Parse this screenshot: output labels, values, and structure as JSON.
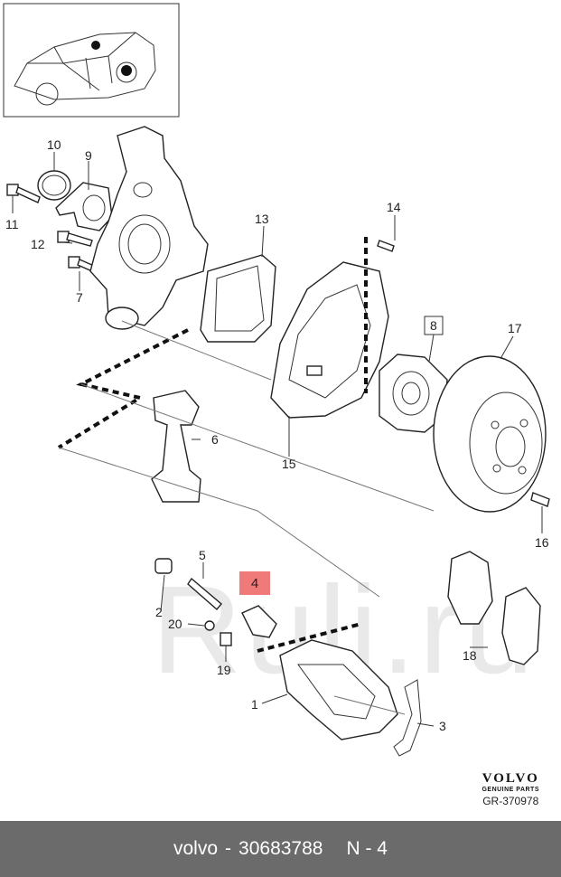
{
  "callouts": {
    "c1": "1",
    "c2": "2",
    "c3": "3",
    "c5": "5",
    "c6": "6",
    "c7": "7",
    "c8": "8",
    "c9": "9",
    "c10": "10",
    "c11": "11",
    "c12": "12",
    "c13": "13",
    "c14": "14",
    "c15": "15",
    "c16": "16",
    "c17": "17",
    "c18": "18",
    "c19": "19",
    "c20": "20"
  },
  "highlight": {
    "label": "4",
    "color": "#f07a7a"
  },
  "watermark": "Ruli.ru",
  "brand": {
    "logo": "VOLVO",
    "tagline": "GENUINE PARTS",
    "code": "GR-370978"
  },
  "footer": {
    "make": "volvo",
    "separator": "-",
    "part_number": "30683788",
    "callout_ref": "N - 4"
  }
}
